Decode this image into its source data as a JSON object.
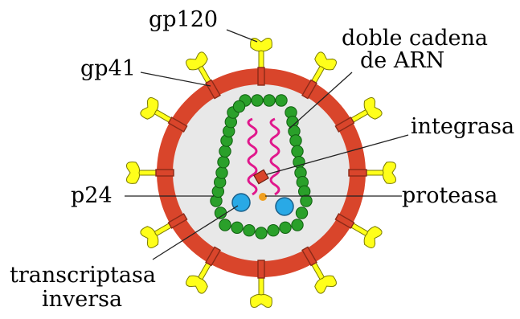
{
  "labels": {
    "gp120": "gp120",
    "gp41": "gp41",
    "rna_line1": "doble cadena",
    "rna_line2": "de ARN",
    "integrase": "integrasa",
    "p24": "p24",
    "protease": "proteasa",
    "rt_line1": "transcriptasa",
    "rt_line2": "inversa"
  },
  "colors": {
    "envelope": "#d9452b",
    "envelope_stroke": "#8a2a18",
    "interior": "#e8e8e8",
    "spike_head": "#ffff1a",
    "spike_outline": "#7a7a00",
    "capsid_bead": "#2aa02a",
    "rna": "#e0188c",
    "reverse_transcriptase": "#29a9e6",
    "protease": "#f0a020",
    "integrase": "#d9452b",
    "leader_line": "#222222"
  }
}
